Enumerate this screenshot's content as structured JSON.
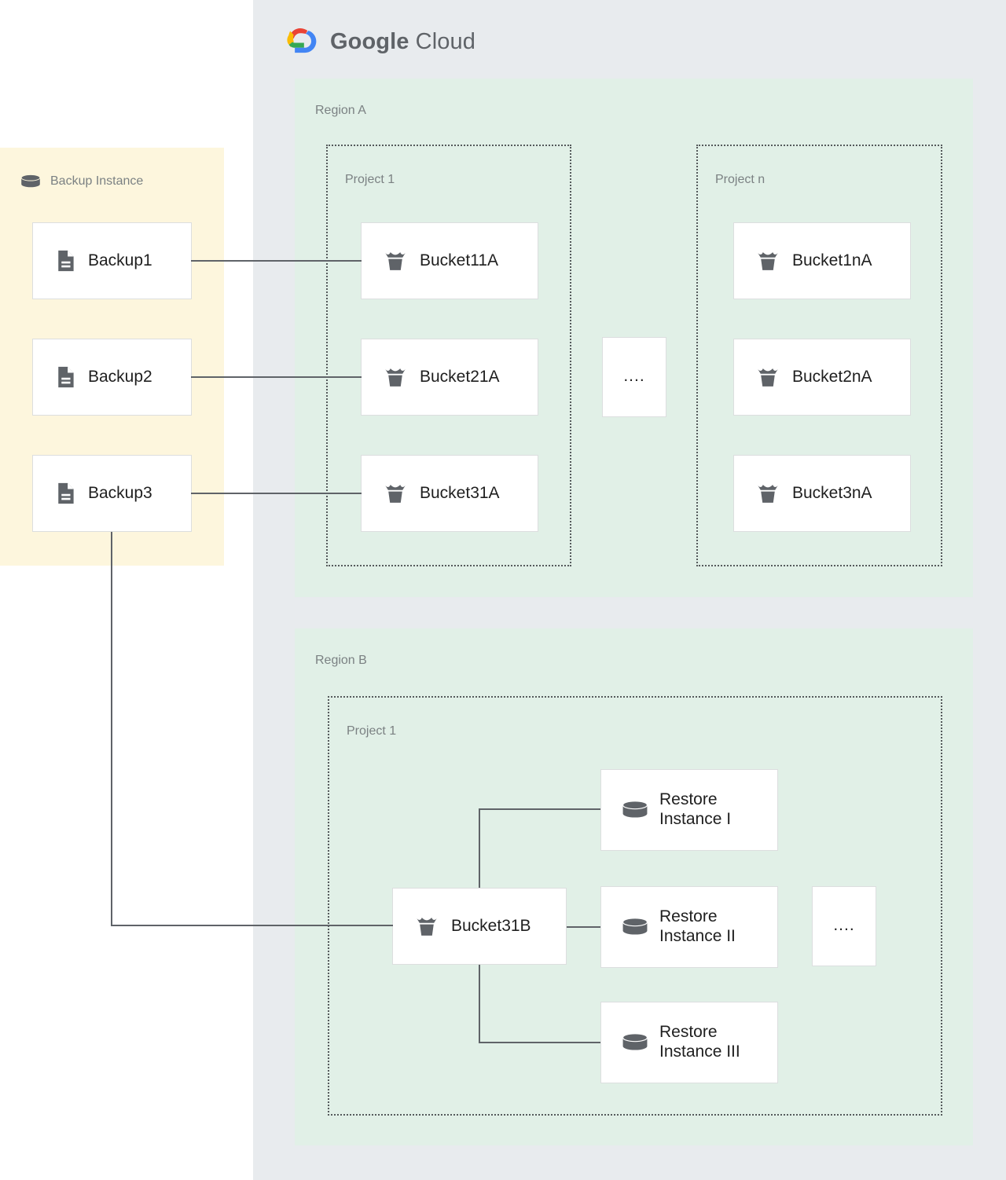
{
  "diagram": {
    "title": "Google Cloud backup and restore architecture",
    "colors": {
      "cloud_panel": "#e8ebee",
      "region_fill": "#e1f0e7",
      "backup_panel_fill": "#fdf6dd",
      "node_fill": "#ffffff",
      "node_border": "#dcdedf",
      "label_text": "#7b8183",
      "node_text": "#1f1f1f",
      "connector": "#5f6368",
      "logo_red": "#ea4335",
      "logo_yellow": "#fbbc05",
      "logo_green": "#34a853",
      "logo_blue": "#4285f4"
    }
  },
  "cloud": {
    "brand_bold": "Google",
    "brand_light": "Cloud",
    "logo_icon": "google-cloud-logo"
  },
  "backup_instance": {
    "title": "Backup Instance",
    "icon": "database-cylinder-icon",
    "items": [
      {
        "label": "Backup1",
        "icon": "document-icon"
      },
      {
        "label": "Backup2",
        "icon": "document-icon"
      },
      {
        "label": "Backup3",
        "icon": "document-icon"
      }
    ]
  },
  "regions": [
    {
      "label": "Region A",
      "projects": [
        {
          "label": "Project 1",
          "items": [
            {
              "label": "Bucket11A",
              "icon": "bucket-icon"
            },
            {
              "label": "Bucket21A",
              "icon": "bucket-icon"
            },
            {
              "label": "Bucket31A",
              "icon": "bucket-icon"
            }
          ]
        },
        {
          "label": "Project n",
          "items": [
            {
              "label": "Bucket1nA",
              "icon": "bucket-icon"
            },
            {
              "label": "Bucket2nA",
              "icon": "bucket-icon"
            },
            {
              "label": "Bucket3nA",
              "icon": "bucket-icon"
            }
          ]
        }
      ],
      "ellipsis": "...."
    },
    {
      "label": "Region B",
      "projects": [
        {
          "label": "Project 1",
          "bucket": {
            "label": "Bucket31B",
            "icon": "bucket-icon"
          },
          "items": [
            {
              "label": "Restore\nInstance I",
              "icon": "database-cylinder-icon"
            },
            {
              "label": "Restore\nInstance II",
              "icon": "database-cylinder-icon"
            },
            {
              "label": "Restore\nInstance III",
              "icon": "database-cylinder-icon"
            }
          ]
        }
      ],
      "ellipsis": "...."
    }
  ]
}
